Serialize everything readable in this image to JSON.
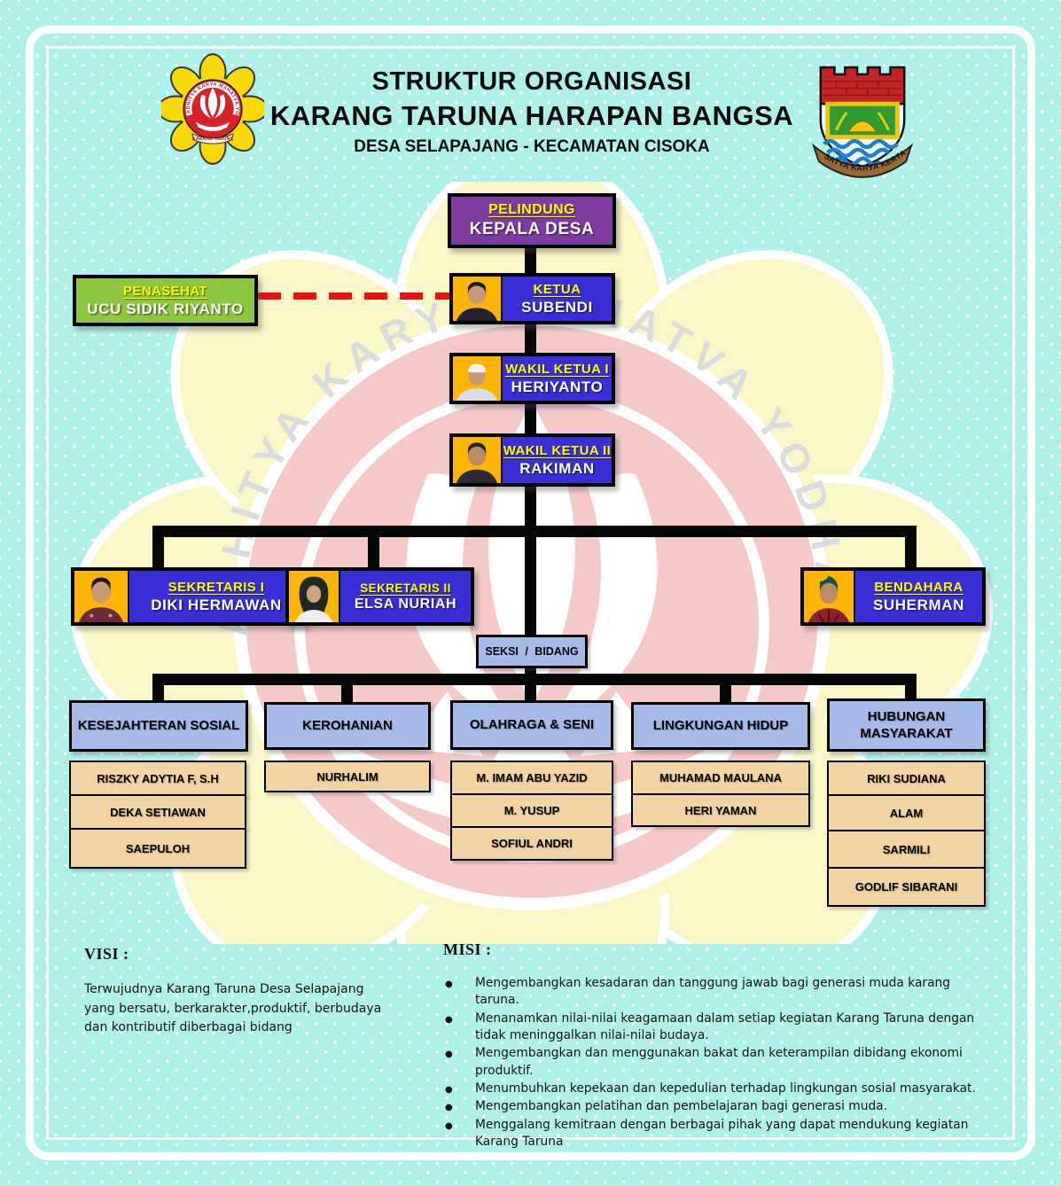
{
  "palette": {
    "background_cyan": "#aff1ea",
    "box_blue": "#3a2ed6",
    "box_purple": "#7d3da0",
    "box_green": "#8dc63f",
    "header_light_blue": "#a7bbe9",
    "member_tan": "#f1d3a4",
    "connector_black": "#070707",
    "dash_red": "#ea1111",
    "role_yellow": "#ffff00",
    "photo_background": "#ffb508"
  },
  "header": {
    "line1": "STRUKTUR ORGANISASI",
    "line2": "KARANG TARUNA HARAPAN BANGSA",
    "line3": "DESA SELAPAJANG - KECAMATAN CISOKA",
    "left_logo_motto": "ADHITYA KARYA MAHATVA YODHA",
    "left_logo_caption": "KARANG TARUNA",
    "right_logo_motto": "SATYA KARYA KERTA RAHARJA"
  },
  "watermark_text": "ADHITYA KARYA MAHATVA YODHA",
  "org": {
    "pelindung": {
      "role": "PELINDUNG",
      "name": "KEPALA DESA"
    },
    "penasehat": {
      "role": "PENASEHAT",
      "name": "UCU SIDIK RIYANTO"
    },
    "ketua": {
      "role": "KETUA",
      "name": "SUBENDI"
    },
    "wakil1": {
      "role": "WAKIL KETUA I",
      "name": "HERIYANTO"
    },
    "wakil2": {
      "role": "WAKIL KETUA II",
      "name": "RAKIMAN"
    },
    "sekretaris1": {
      "role": "SEKRETARIS I",
      "name": "DIKI HERMAWAN"
    },
    "sekretaris2": {
      "role": "SEKRETARIS II",
      "name": "ELSA NURIAH"
    },
    "bendahara": {
      "role": "BENDAHARA",
      "name": "SUHERMAN"
    },
    "seksi_label": "SEKSI / BIDANG",
    "sections": [
      {
        "title": "KESEJAHTERAN SOSIAL",
        "members": [
          "RISZKY ADYTIA F, S.H",
          "DEKA SETIAWAN",
          "SAEPULOH"
        ]
      },
      {
        "title": "KEROHANIAN",
        "members": [
          "NURHALIM"
        ]
      },
      {
        "title": "OLAHRAGA & SENI",
        "members": [
          "M. IMAM ABU YAZID",
          "M. YUSUP",
          "SOFIUL ANDRI"
        ]
      },
      {
        "title": "LINGKUNGAN HIDUP",
        "members": [
          "MUHAMAD MAULANA",
          "HERI YAMAN"
        ]
      },
      {
        "title": "HUBUNGAN MASYARAKAT",
        "members": [
          "RIKI SUDIANA",
          "ALAM",
          "SARMILI",
          "GODLIF SIBARANI"
        ]
      }
    ]
  },
  "visi": {
    "heading": "VISI :",
    "text": "Terwujudnya Karang Taruna Desa Selapajang yang bersatu, berkarakter,produktif, berbudaya dan kontributif diberbagai bidang"
  },
  "misi": {
    "heading": "MISI :",
    "items": [
      "Mengembangkan kesadaran dan tanggung jawab bagi generasi muda karang taruna.",
      "Menanamkan nilai-nilai keagamaan dalam setiap kegiatan Karang Taruna dengan tidak meninggalkan nilai-nilai budaya.",
      "Mengembangkan dan menggunakan bakat dan keterampilan dibidang ekonomi produktif.",
      "Menumbuhkan kepekaan dan kepedulian terhadap lingkungan sosial masyarakat.",
      "Mengembangkan pelatihan dan pembelajaran bagi generasi muda.",
      "Menggalang kemitraan dengan berbagai pihak yang dapat mendukung kegiatan Karang Taruna"
    ]
  }
}
